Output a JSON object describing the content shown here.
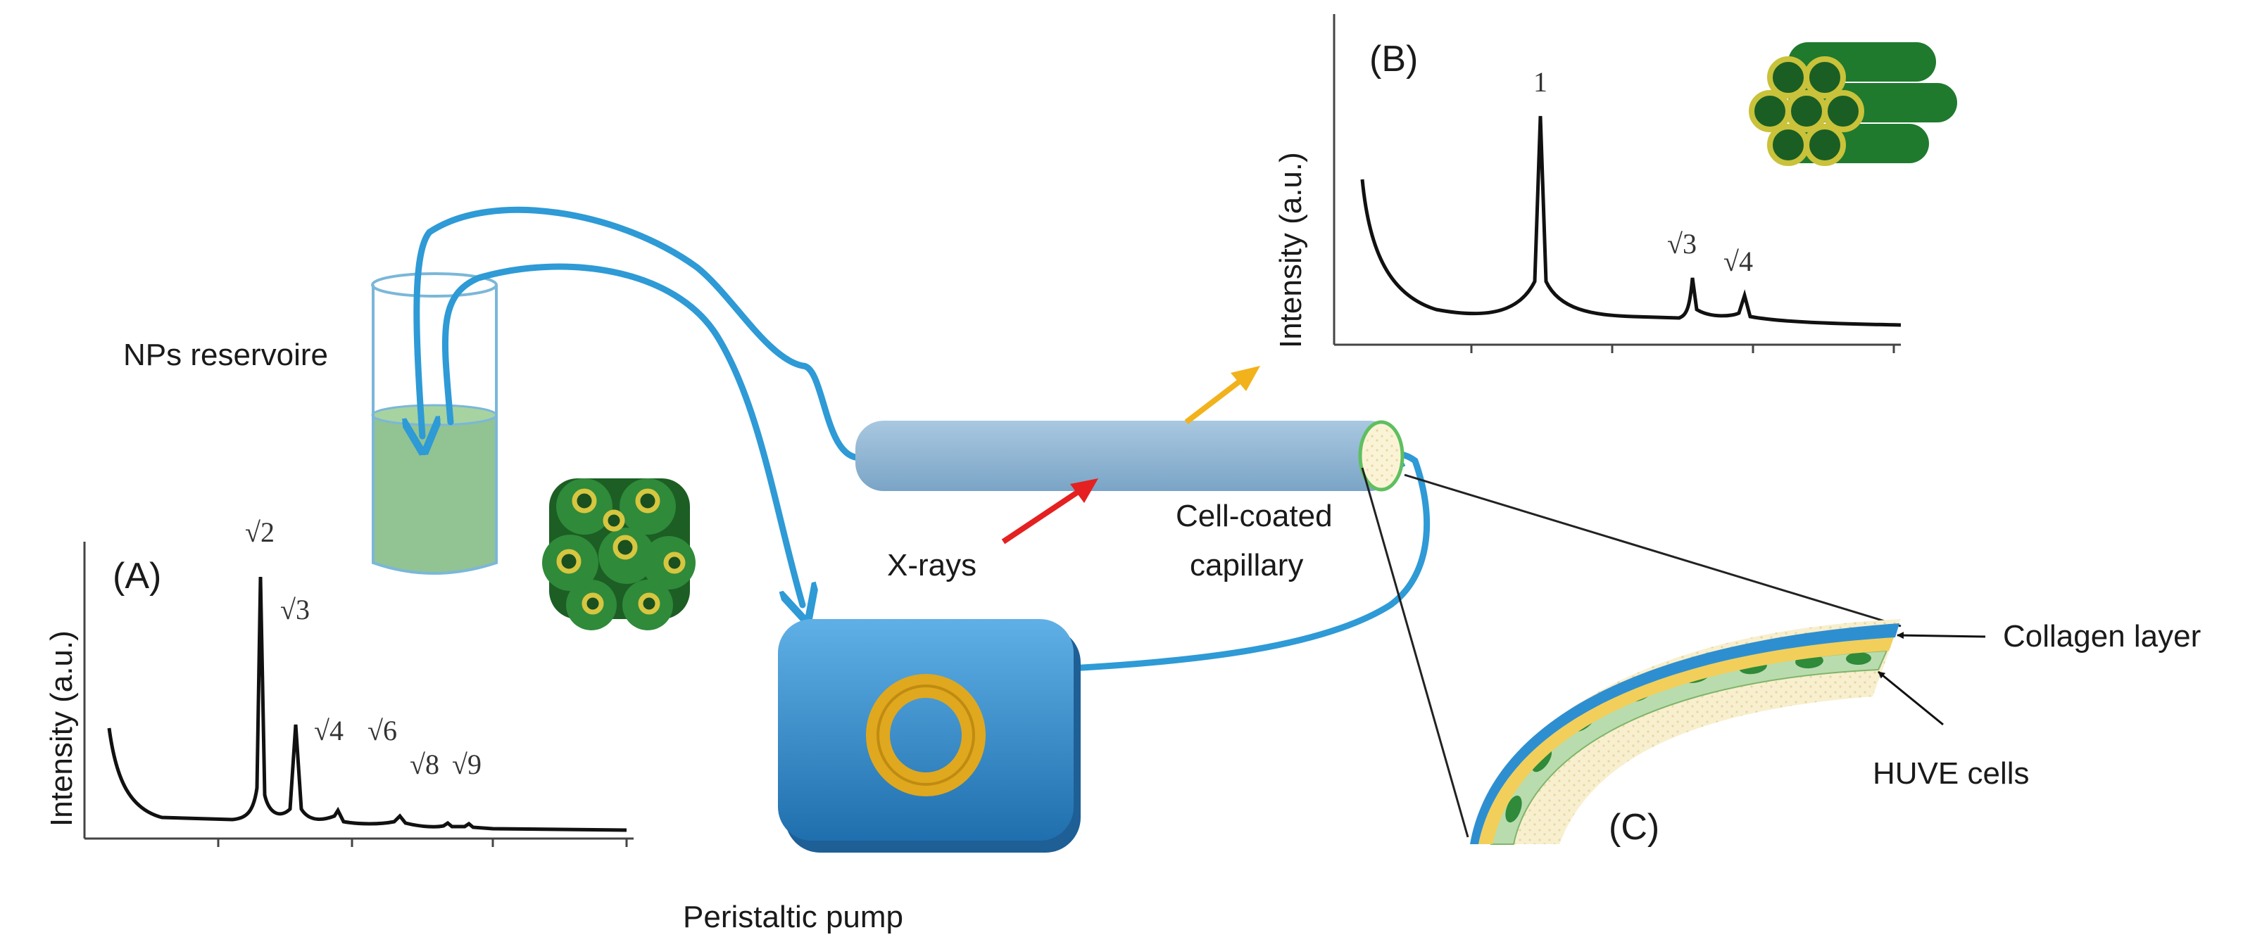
{
  "labels": {
    "reservoir": "NPs reservoire",
    "xrays": "X-rays",
    "capillary_line1": "Cell-coated",
    "capillary_line2": "capillary",
    "pump": "Peristaltic pump",
    "collagen": "Collagen layer",
    "huve": "HUVE cells",
    "panel_a": "(A)",
    "panel_b": "(B)",
    "panel_c": "(C)"
  },
  "plot_a": {
    "ylabel": "Intensity (a.u.)",
    "peak_labels": [
      "√2",
      "√3",
      "√4",
      "√6",
      "√8",
      "√9"
    ]
  },
  "plot_b": {
    "ylabel": "Intensity (a.u.)",
    "peak_labels": [
      "1",
      "√3",
      "√4"
    ]
  },
  "colors": {
    "tubing": "#2e9ad6",
    "capillary": "#8fb6d4",
    "liquid": "#8cc08c",
    "pump_body": "#2e86c8",
    "ring": "#e0a81e",
    "collagen": "#f2cf5a",
    "cell_layer": "#b9dcae",
    "nucleus": "#2f8a3a",
    "xray_arrow": "#e52020",
    "scatter_arrow": "#f2b21c"
  }
}
